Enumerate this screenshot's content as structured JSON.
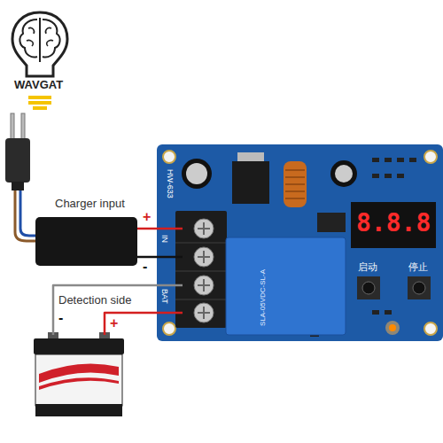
{
  "diagram": {
    "nodes": [
      {
        "text": [
          "HW-633"
        ]
      },
      {
        "text": [
          "Charger input"
        ]
      },
      {
        "text": [
          "Detection side"
        ]
      }
    ],
    "edges": [
      {
        "from": 1,
        "to": 0,
        "label": "+",
        "arrow": "none"
      },
      {
        "from": 1,
        "to": 0,
        "label": "-",
        "arrow": "none"
      },
      {
        "from": 2,
        "to": 0,
        "label": "-",
        "arrow": "none"
      },
      {
        "from": 2,
        "to": 0,
        "label": "+",
        "arrow": "none"
      }
    ],
    "labels": [
      "WAVGAT",
      "IN",
      "BAT",
      "SLA-05VDC-SL-A",
      "8.8.8",
      "启动",
      "停止"
    ]
  }
}
